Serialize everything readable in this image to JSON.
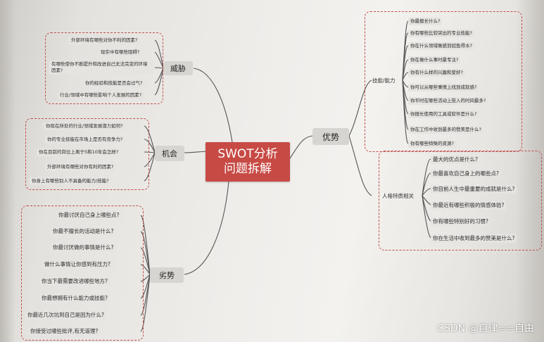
{
  "center": {
    "line1": "SWOT分析",
    "line2": "问题拆解"
  },
  "threats": {
    "label": "威胁",
    "items": [
      "外部环境有哪些对你不利的因素?",
      "现实中有哪些阻碍?",
      "有哪些使你不断提升和改进自己无法完变的环境因素?",
      "你的经验和技能是否会过气?",
      "行业/领域中有哪些影响个人发展的因素?"
    ]
  },
  "opportunities": {
    "label": "机会",
    "items": [
      "你现在所处的行业/领域发展潜力如何?",
      "你的专业技能在市场上是否有竞争力?",
      "你在目前的岗位上离于5和10年会怎样?",
      "外部环境有哪些对你有利的因素?",
      "你身上有哪些别人不具备的能力/技能?"
    ]
  },
  "weaknesses": {
    "label": "劣势",
    "items": [
      "你最讨厌自己身上哪些点?",
      "你最不擅长的活动是什么?",
      "你最讨厌做的事情是什么?",
      "做什么事情让你感到有压力?",
      "你当下最需要改进哪些地方?",
      "你最想拥有什么能力或技能?",
      "你最近几次坑到自己是因为什么?",
      "你接受过哪些批评,有无道理?"
    ]
  },
  "strengths": {
    "label": "优势",
    "skills": {
      "label": "技能/能力",
      "items": [
        "你最擅长什么?",
        "你有哪些比较突出的专业技能?",
        "你在什么领域做感到如鱼得水?",
        "你在做什么事时最专注?",
        "你有什么样的兴趣和爱好?",
        "你可以从哪些事情上找到成就感?",
        "你平时在哪些活动上投入的时间最多?",
        "你擅长使用的工具或软件是什么?",
        "你在工作中收到最多的赞美是什么?",
        "你有哪些特殊的资源?"
      ]
    },
    "personality": {
      "label": "人格特质相关",
      "items": [
        "最大的优点是什么?",
        "你最喜欢自己身上的哪些点?",
        "你目前人生中最重要的成就是什么?",
        "你最近有哪些积极的情感体验?",
        "你有哪些特别好的习惯?",
        "你在生活中收到最多的赞美是什么?"
      ]
    }
  },
  "watermark": "CSDN @自律==自由"
}
